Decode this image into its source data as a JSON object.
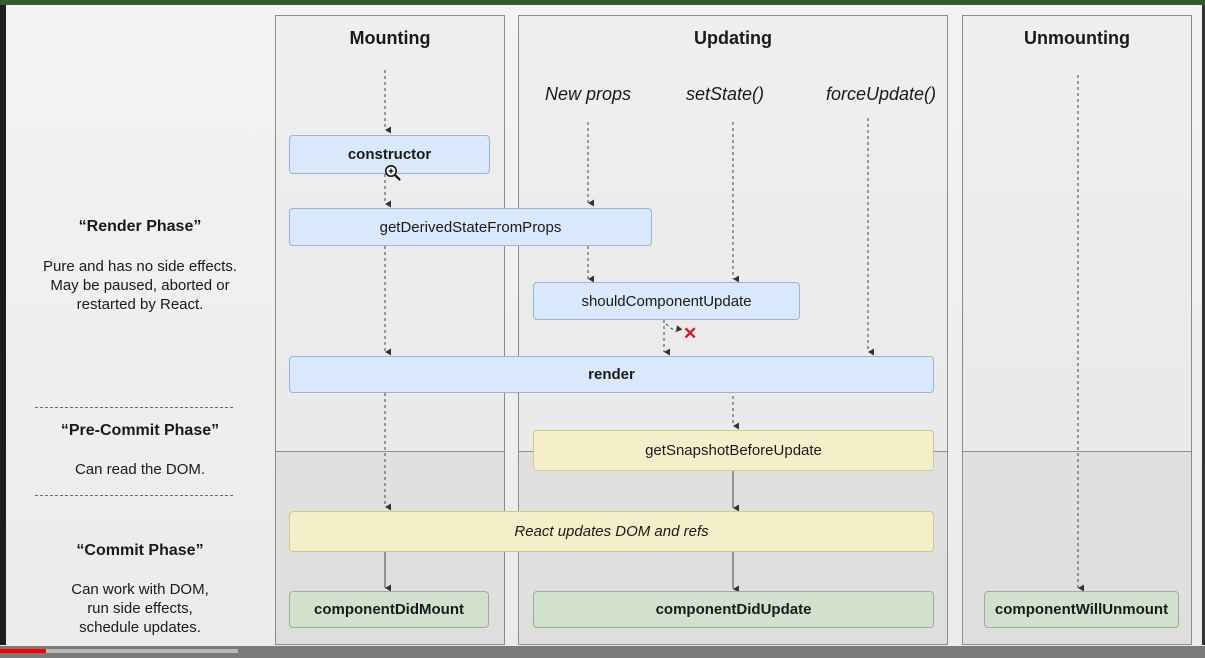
{
  "columns": {
    "mounting": "Mounting",
    "updating": "Updating",
    "unmounting": "Unmounting"
  },
  "triggers": {
    "new_props": "New props",
    "set_state": "setState()",
    "force_update": "forceUpdate()"
  },
  "phases": {
    "render": {
      "title": "“Render Phase”",
      "lines": [
        "Pure and has no side effects.",
        "May be paused, aborted or",
        "restarted by React."
      ]
    },
    "pre_commit": {
      "title": "“Pre-Commit Phase”",
      "lines": [
        "Can read the DOM."
      ]
    },
    "commit": {
      "title": "“Commit Phase”",
      "lines": [
        "Can work with DOM,",
        "run side effects,",
        "schedule updates."
      ]
    }
  },
  "methods": {
    "constructor": "constructor",
    "get_derived_state": "getDerivedStateFromProps",
    "should_component_update": "shouldComponentUpdate",
    "render": "render",
    "get_snapshot": "getSnapshotBeforeUpdate",
    "react_updates": "React updates DOM and refs",
    "component_did_mount": "componentDidMount",
    "component_did_update": "componentDidUpdate",
    "component_will_unmount": "componentWillUnmount"
  },
  "icons": {
    "cancel": "✕",
    "cursor": "zoom-in-cursor"
  },
  "colors": {
    "render_boxes": "#dae8fc",
    "pre_commit_boxes": "#f4efc9",
    "commit_boxes": "#d2e1cd",
    "cancel_mark": "#e0141e",
    "progress": "#ff0000"
  },
  "video": {
    "progress": 0.038
  }
}
